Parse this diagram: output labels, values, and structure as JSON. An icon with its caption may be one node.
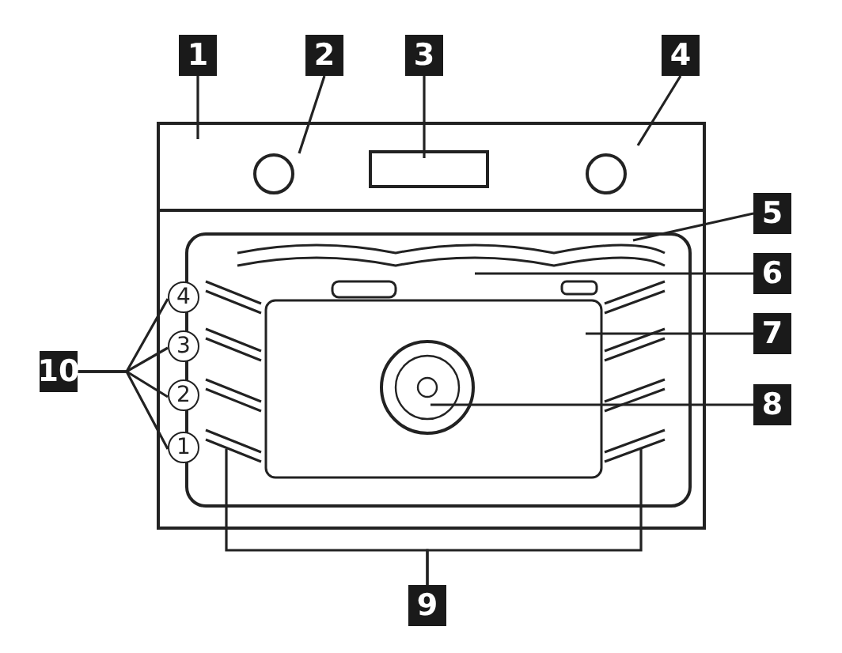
{
  "diagram": {
    "nodes": [
      {
        "text": [
          "1"
        ]
      },
      {
        "text": [
          "2"
        ]
      },
      {
        "text": [
          "3"
        ]
      },
      {
        "text": [
          "4"
        ]
      },
      {
        "text": [
          "5"
        ]
      },
      {
        "text": [
          "6"
        ]
      },
      {
        "text": [
          "7"
        ]
      },
      {
        "text": [
          "8"
        ]
      },
      {
        "text": [
          "9"
        ]
      },
      {
        "text": [
          "10"
        ]
      },
      {
        "text": [
          "4"
        ]
      },
      {
        "text": [
          "3"
        ]
      },
      {
        "text": [
          "2"
        ]
      },
      {
        "text": [
          "1"
        ]
      }
    ],
    "edges": [
      {
        "from": 0,
        "to": null,
        "arrow": "none"
      },
      {
        "from": 1,
        "to": null,
        "arrow": "none"
      },
      {
        "from": 2,
        "to": null,
        "arrow": "none"
      },
      {
        "from": 3,
        "to": null,
        "arrow": "none"
      },
      {
        "from": 4,
        "to": null,
        "arrow": "none"
      },
      {
        "from": 5,
        "to": null,
        "arrow": "none"
      },
      {
        "from": 6,
        "to": null,
        "arrow": "none"
      },
      {
        "from": 7,
        "to": null,
        "arrow": "none"
      },
      {
        "from": 8,
        "to": null,
        "arrow": "none"
      },
      {
        "from": 8,
        "to": null,
        "arrow": "none"
      },
      {
        "from": 9,
        "to": 10,
        "arrow": "none"
      },
      {
        "from": 9,
        "to": 11,
        "arrow": "none"
      },
      {
        "from": 9,
        "to": 12,
        "arrow": "none"
      },
      {
        "from": 9,
        "to": 13,
        "arrow": "none"
      }
    ]
  }
}
